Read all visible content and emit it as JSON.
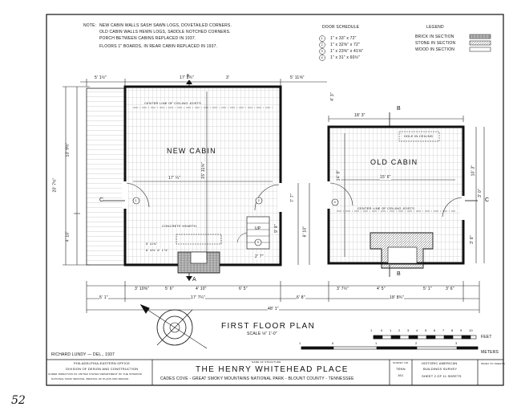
{
  "notes": {
    "label": "NOTE:",
    "line1": "NEW CABIN WALLS SASH SAWN LOGS, DOVETAILED CORNERS.",
    "line2": "OLD CABIN WALLS HEWN LOGS, SADDLE NOTCHED CORNERS.",
    "line3": "PORCH BETWEEN CABINS REPLACED IN 1937.",
    "line4": "FLOORS 1\" BOARDS, IN REAR CABIN REPLACED IN 1937."
  },
  "door_schedule": {
    "title": "DOOR SCHEDULE",
    "items": [
      {
        "num": "1",
        "size": "1\" x 33\" x 72\""
      },
      {
        "num": "2",
        "size": "1\" x 32⅝\" x 72\""
      },
      {
        "num": "3",
        "size": "1\" x 23⅝\" x 41⅝\""
      },
      {
        "num": "4",
        "size": "1\" x 31\" x 60½\""
      }
    ]
  },
  "legend": {
    "title": "LEGEND",
    "items": [
      "BRICK IN SECTION",
      "STONE IN SECTION",
      "WOOD IN SECTION"
    ]
  },
  "rooms": {
    "new_cabin": "NEW CABIN",
    "old_cabin": "OLD CABIN",
    "center_line_new": "CENTER LINE OF CEILING JOISTS",
    "center_line_old": "CENTER LINE OF CEILING JOISTS",
    "hole_in_ceiling": "HOLE IN CEILING",
    "concrete_hearth": "CONCRETE HEARTH",
    "up": "UP"
  },
  "section_marks": {
    "a": "A",
    "b": "B",
    "c": "C"
  },
  "door_tags": [
    "1",
    "2",
    "3",
    "4"
  ],
  "dims": {
    "top_left": "5' 1½\"",
    "top_mid": "17' 8¾\"",
    "top_3": "3'",
    "top_right": "5' 11⅝\"",
    "top_4ft": "4' 3\"",
    "old_top": "18' 3\"",
    "left_total": "20' 7½\"",
    "left_upper": "13' 9½\"",
    "left_lower": "4' 10\"",
    "new_inner_v": "15' 11⅝\"",
    "new_inner_h": "17' ¼\"",
    "old_inner": "15' 6\"",
    "old_vert": "14' 9\"",
    "mid_v1": "7' 7\"",
    "mid_v2": "6' 10\"",
    "mid_v3": "9' 8\"",
    "right_v1": "10' 3\"",
    "right_v2": "3' 0\"",
    "right_v3": "3' 8\"",
    "stair_h": "2' 7\"",
    "bot1": "3' 10⅜\"",
    "bot2": "5' 6\"",
    "bot3": "4' 10\"",
    "bot4": "6' 5\"",
    "bot5": "3' 7½\"",
    "bot6": "4' 5\"",
    "bot7": "5' 1\"",
    "bot8": "3' 6\"",
    "row2_a": "5' 1\"",
    "row2_b": "17' 7¼\"",
    "row2_c": "6' 8\"",
    "row2_d": "18' 8¾\"",
    "overall": "48' 1\"",
    "hearth1": "5' 11⅜\"",
    "hearth2": "6\" 6⅜\" 6\" 1'½\""
  },
  "plan_title": "FIRST FLOOR PLAN",
  "scale_text": "SCALE ⅛\" 1'-0\"",
  "scale_feet": {
    "ticks": [
      "1",
      "0",
      "1",
      "2",
      "3",
      "4",
      "5",
      "6",
      "7",
      "8",
      "9",
      "10"
    ],
    "unit": "FEET"
  },
  "scale_meters": {
    "ticks": [
      "1",
      "0",
      "1",
      "2",
      "3"
    ],
    "unit": "METERS"
  },
  "delineator": "RICHARD LUNDY — DEL., 1937",
  "title_block": {
    "office1": "PHILADELPHIA-EASTERN OFFICE",
    "office2": "DIVISION OF DESIGN AND CONSTRUCTION",
    "office3": "UNDER DIRECTION OF UNITED STATES DEPARTMENT OF THE INTERIOR",
    "office4": "NATIONAL PARK SERVICE, BRANCH OF PLANS AND DESIGN",
    "name_label": "NAME OF STRUCTURE",
    "name": "THE HENRY WHITEHEAD PLACE",
    "location": "CADES COVE - GREAT SMOKY MOUNTAINS NATIONAL PARK - BLOUNT COUNTY - TENNESSEE",
    "survey_label": "SURVEY NO.",
    "survey_state": "TENN",
    "survey_no": "161",
    "habs1": "HISTORIC AMERICAN",
    "habs2": "BUILDINGS SURVEY",
    "sheet": "SHEET 2 OF 11 SHEETS",
    "index": "INDEX TO SHEETS"
  },
  "margin_note": "52"
}
